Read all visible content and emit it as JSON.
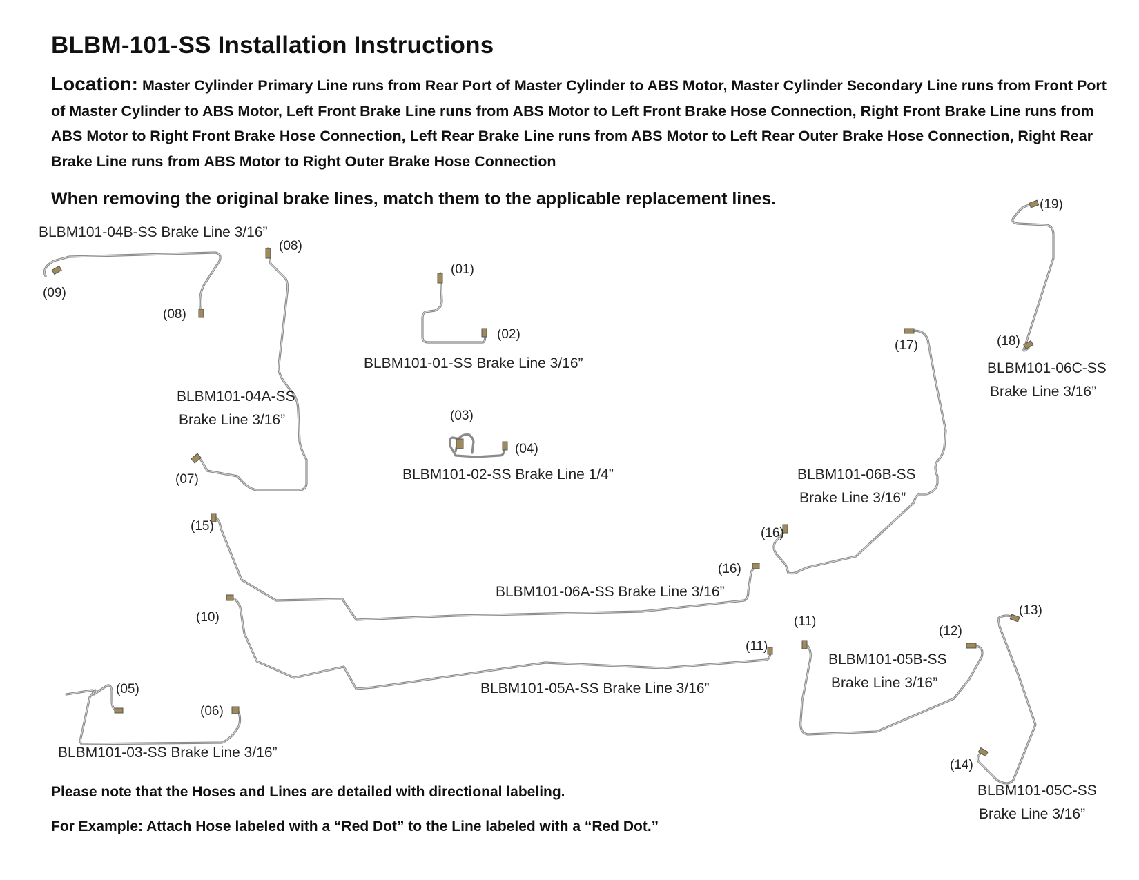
{
  "document": {
    "title": "BLBM-101-SS Installation Instructions",
    "location_label": "Location:",
    "location_text": "Master Cylinder Primary Line runs from Rear Port of Master Cylinder to ABS Motor, Master Cylinder Secondary Line runs from Front Port of Master Cylinder to ABS Motor, Left Front Brake Line runs from ABS Motor to Left Front Brake Hose Connection, Right Front Brake Line runs from ABS Motor to Right Front Brake Hose Connection, Left Rear Brake Line runs from ABS Motor to Left Rear Outer Brake Hose Connection, Right Rear Brake Line runs from ABS Motor to Right Outer Brake Hose Connection",
    "match_note": "When removing the original brake lines, match them to the applicable replacement lines.",
    "footer_note_1": "Please note that the Hoses and Lines are detailed with directional labeling.",
    "footer_note_2": "For Example: Attach Hose labeled with a “Red Dot” to the Line labeled with a “Red Dot.”"
  },
  "brake_lines": {
    "l04b": {
      "name": "BLBM101-04B-SS Brake Line 3/16”",
      "ends": [
        "(09)",
        "(08)"
      ]
    },
    "l04a": {
      "name_1": "BLBM101-04A-SS",
      "name_2": "Brake Line 3/16”",
      "ends": [
        "(08)",
        "(07)"
      ]
    },
    "l01": {
      "name": "BLBM101-01-SS Brake Line 3/16”",
      "ends": [
        "(01)",
        "(02)"
      ]
    },
    "l02": {
      "name": "BLBM101-02-SS Brake Line 1/4”",
      "ends": [
        "(03)",
        "(04)"
      ]
    },
    "l06b": {
      "name_1": "BLBM101-06B-SS",
      "name_2": "Brake Line 3/16”",
      "ends": [
        "(17)",
        "(16)"
      ]
    },
    "l06c": {
      "name_1": "BLBM101-06C-SS",
      "name_2": "Brake Line 3/16”",
      "ends": [
        "(19)",
        "(18)"
      ]
    },
    "l06a": {
      "name": "BLBM101-06A-SS Brake Line 3/16”",
      "ends": [
        "(15)",
        "(16)"
      ]
    },
    "l05a": {
      "name": "BLBM101-05A-SS Brake Line 3/16”",
      "ends": [
        "(10)",
        "(11)"
      ]
    },
    "l05b": {
      "name_1": "BLBM101-05B-SS",
      "name_2": "Brake Line 3/16”",
      "ends": [
        "(11)",
        "(12)"
      ]
    },
    "l05c": {
      "name_1": "BLBM101-05C-SS",
      "name_2": "Brake Line 3/16”",
      "ends": [
        "(13)",
        "(14)"
      ]
    },
    "l03": {
      "name": "BLBM101-03-SS Brake Line 3/16”",
      "ends": [
        "(05)",
        "(06)"
      ]
    }
  }
}
